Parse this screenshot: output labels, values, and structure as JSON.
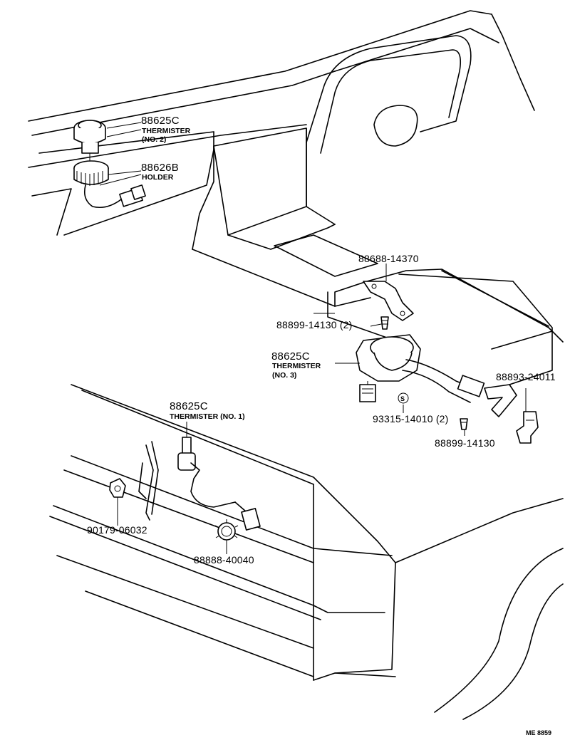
{
  "diagram_code": "ME 8859",
  "callouts": {
    "thermister_no2": {
      "part": "88625C",
      "name": "THERMISTER",
      "qty": "(NO. 2)"
    },
    "holder": {
      "part": "88626B",
      "name": "HOLDER"
    },
    "bracket": {
      "part": "88688-14370"
    },
    "screw_top": {
      "part": "88899-14130 (2)"
    },
    "thermister_no3": {
      "part": "88625C",
      "name": "THERMISTER",
      "qty": "(NO. 3)"
    },
    "clamp_right": {
      "part": "88893-24011"
    },
    "tape": {
      "symbol": "S",
      "part": "93315-14010 (2)"
    },
    "screw_right": {
      "part": "88899-14130"
    },
    "thermister_no1": {
      "part": "88625C",
      "name": "THERMISTER (NO. 1)"
    },
    "grommet": {
      "part": "90179-06032"
    },
    "clip": {
      "part": "88888-40040"
    }
  }
}
